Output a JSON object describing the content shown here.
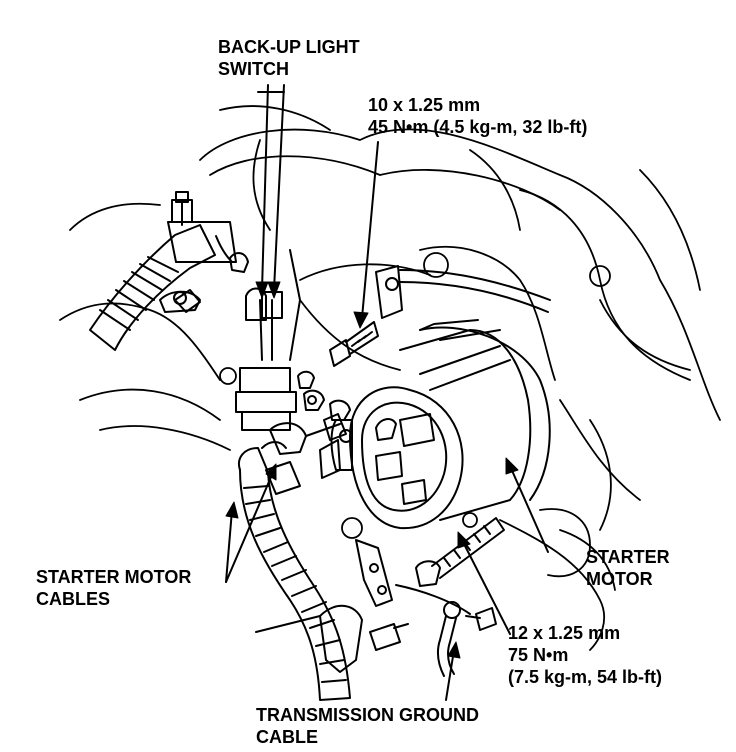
{
  "labels": {
    "backup_switch": {
      "line1": "BACK-UP LIGHT",
      "line2": "SWITCH"
    },
    "bolt_upper": {
      "size": "10 x 1.25 mm",
      "torque": "45 N•m (4.5 kg-m, 32 lb-ft)"
    },
    "starter_cables": {
      "line1": "STARTER MOTOR",
      "line2": "CABLES"
    },
    "starter_motor": {
      "line1": "STARTER",
      "line2": "MOTOR"
    },
    "bolt_lower": {
      "size": "12 x 1.25 mm",
      "torque_line1": "75 N•m",
      "torque_line2": "(7.5 kg-m, 54 lb-ft)"
    },
    "ground_cable": {
      "line1": "TRANSMISSION GROUND",
      "line2": "CABLE"
    }
  },
  "colors": {
    "ink": "#000000",
    "paper": "#ffffff"
  }
}
